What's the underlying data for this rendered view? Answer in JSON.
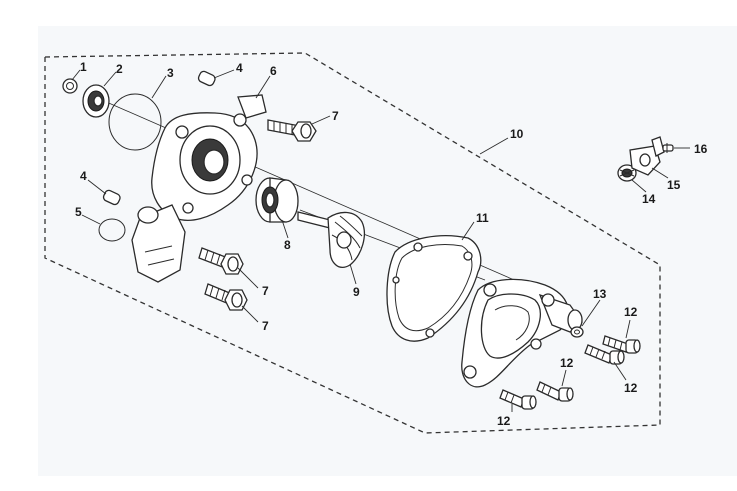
{
  "diagram": {
    "callouts": {
      "c1": "1",
      "c2": "2",
      "c3": "3",
      "c4a": "4",
      "c4b": "4",
      "c5": "5",
      "c6": "6",
      "c7a": "7",
      "c7b": "7",
      "c7c": "7",
      "c8": "8",
      "c9": "9",
      "c10": "10",
      "c11": "11",
      "c12a": "12",
      "c12b": "12",
      "c12c": "12",
      "c12d": "12",
      "c13": "13",
      "c14": "14",
      "c15": "15",
      "c16": "16"
    }
  }
}
